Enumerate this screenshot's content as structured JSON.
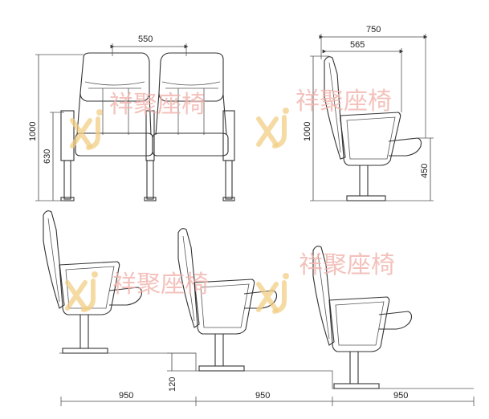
{
  "front_view": {
    "width_label": "550",
    "height_total_label": "1000",
    "seat_height_label": "630"
  },
  "side_view": {
    "depth_total_label": "750",
    "depth_open_label": "565",
    "height_label": "1000",
    "seat_height_label": "450"
  },
  "rows": {
    "step_height_label": "120",
    "row_spacing_labels": [
      "950",
      "950",
      "950"
    ]
  },
  "watermark": {
    "brand_text": "祥聚座椅",
    "logo_text": "XJ"
  },
  "colors": {
    "line": "#333333",
    "watermark_text": "#f1b3ac",
    "watermark_logo": "#f2cf84"
  }
}
